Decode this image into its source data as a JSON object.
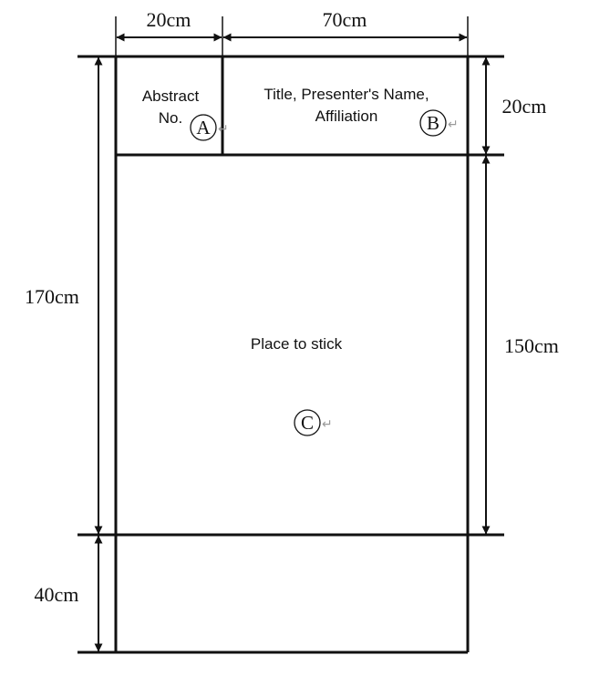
{
  "dimensions": {
    "abstract_width": "20cm",
    "title_width": "70cm",
    "header_height": "20cm",
    "total_height": "170cm",
    "stick_height": "150cm",
    "bottom_height": "40cm"
  },
  "cells": {
    "abstract": {
      "line1": "Abstract",
      "line2": "No.",
      "marker": "A"
    },
    "title": {
      "line1": "Title, Presenter's Name,",
      "line2": "Affiliation",
      "marker": "B"
    },
    "stick": {
      "label": "Place to stick",
      "marker": "C"
    }
  },
  "return_glyph": "↵"
}
